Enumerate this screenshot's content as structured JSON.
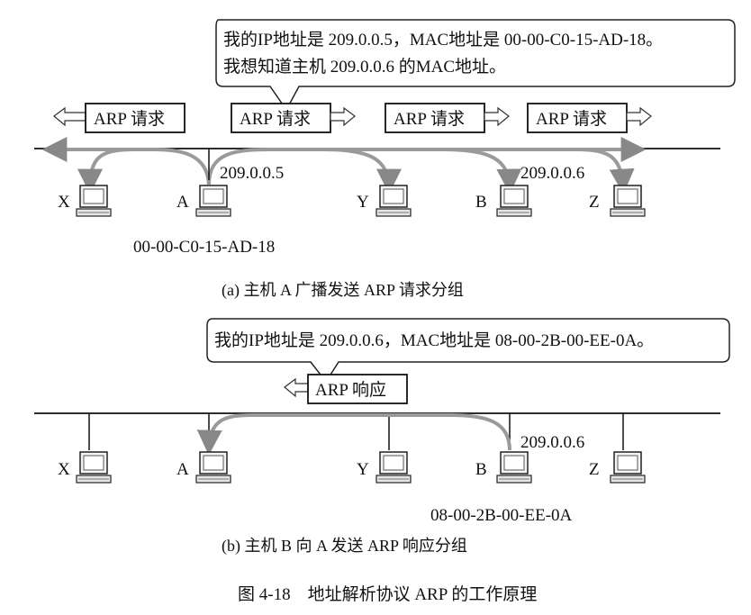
{
  "panel_a": {
    "bubble_line1": "我的IP地址是 209.0.0.5，MAC地址是 00-00-C0-15-AD-18。",
    "bubble_line2": "我想知道主机 209.0.0.6 的MAC地址。",
    "request_labels": [
      "ARP 请求",
      "ARP 请求",
      "ARP 请求",
      "ARP 请求"
    ],
    "hosts": [
      "X",
      "A",
      "Y",
      "B",
      "Z"
    ],
    "ip_a": "209.0.0.5",
    "ip_b": "209.0.0.6",
    "mac_a": "00-00-C0-15-AD-18",
    "caption": "(a) 主机 A 广播发送 ARP 请求分组"
  },
  "panel_b": {
    "bubble_line": "我的IP地址是 209.0.0.6，MAC地址是 08-00-2B-00-EE-0A。",
    "reply_label": "ARP 响应",
    "hosts": [
      "X",
      "A",
      "Y",
      "B",
      "Z"
    ],
    "ip_b": "209.0.0.6",
    "mac_b": "08-00-2B-00-EE-0A",
    "caption": "(b) 主机 B 向 A 发送 ARP 响应分组"
  },
  "figure_caption": "图 4-18　地址解析协议 ARP 的工作原理"
}
